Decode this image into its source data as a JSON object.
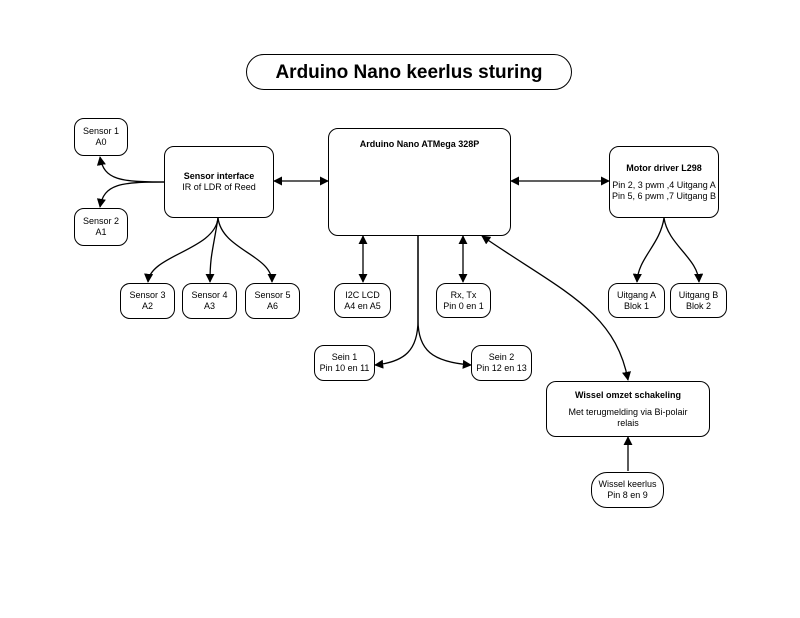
{
  "title": "Arduino Nano keerlus sturing",
  "nodes": {
    "sensor1": {
      "line1": "Sensor 1",
      "line2": "A0"
    },
    "sensor2": {
      "line1": "Sensor 2",
      "line2": "A1"
    },
    "sensor_interface": {
      "line1": "Sensor interface",
      "line2": "IR of LDR of Reed"
    },
    "arduino": {
      "line1": "Arduino Nano ATMega 328P"
    },
    "motor_driver": {
      "line1": "Motor driver L298",
      "line2": "Pin 2, 3 pwm ,4 Uitgang A",
      "line3": "Pin 5, 6 pwm ,7 Uitgang B"
    },
    "sensor3": {
      "line1": "Sensor 3",
      "line2": "A2"
    },
    "sensor4": {
      "line1": "Sensor 4",
      "line2": "A3"
    },
    "sensor5": {
      "line1": "Sensor 5",
      "line2": "A6"
    },
    "i2c_lcd": {
      "line1": "I2C LCD",
      "line2": "A4 en A5"
    },
    "rx_tx": {
      "line1": "Rx, Tx",
      "line2": "Pin 0 en 1"
    },
    "uitgang_a": {
      "line1": "Uitgang A",
      "line2": "Blok 1"
    },
    "uitgang_b": {
      "line1": "Uitgang B",
      "line2": "Blok 2"
    },
    "sein1": {
      "line1": "Sein 1",
      "line2": "Pin 10 en 11"
    },
    "sein2": {
      "line1": "Sein 2",
      "line2": "Pin 12 en 13"
    },
    "wissel_schakeling": {
      "line1": "Wissel omzet schakeling",
      "line2": "Met terugmelding via Bi-polair",
      "line3": "relais"
    },
    "wissel_keerlus": {
      "line1": "Wissel keerlus",
      "line2": "Pin 8 en 9"
    }
  },
  "colors": {
    "stroke": "#000000",
    "background": "#ffffff"
  }
}
